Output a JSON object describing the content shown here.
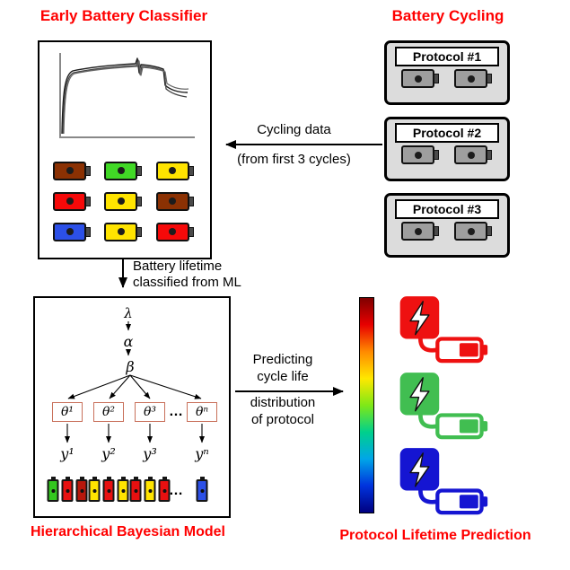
{
  "titles": {
    "classifier": "Early Battery Classifier",
    "cycling": "Battery Cycling",
    "bayesian": "Hierarchical Bayesian Model",
    "prediction": "Protocol Lifetime Prediction"
  },
  "annotations": {
    "cycling_data_line1": "Cycling data",
    "cycling_data_line2": "(from first 3 cycles)",
    "lifetime_line1": "Battery lifetime",
    "lifetime_line2": "classified from ML",
    "predict_line1": "Predicting",
    "predict_line2": "cycle life",
    "predict_line3": "distribution",
    "predict_line4": "of protocol"
  },
  "cycling": {
    "protocols": [
      {
        "label": "Protocol #1"
      },
      {
        "label": "Protocol #2"
      },
      {
        "label": "Protocol #3"
      }
    ],
    "battery_color": "#9E9E9E"
  },
  "classifier": {
    "battery_colors": [
      "#8B3103",
      "#41D926",
      "#FFE400",
      "#F60909",
      "#FFE400",
      "#8B3103",
      "#2C50E8",
      "#FFE400",
      "#F60909"
    ]
  },
  "bayesian": {
    "lambda": "λ",
    "alpha": "α",
    "beta": "β",
    "thetas": [
      "θ¹",
      "θ²",
      "θ³",
      "θⁿ"
    ],
    "theta_dots": "…",
    "ys": [
      "y¹",
      "y²",
      "y³",
      "yⁿ"
    ],
    "y_dots": "…",
    "battery_groups": [
      [
        "#33C71F",
        "#E81010",
        "#B8170B"
      ],
      [
        "#FFE400",
        "#E81010",
        "#FFE400"
      ],
      [
        "#E81010",
        "#FFE400",
        "#E81010"
      ],
      [
        "#2C50E8"
      ]
    ]
  },
  "prediction": {
    "charger_colors": [
      "#EE1111",
      "#41BE51",
      "#1515D2"
    ],
    "colorbar_colors": [
      "#7F0000",
      "#E80000",
      "#FF8A00",
      "#FFE800",
      "#7FE817",
      "#00D08C",
      "#00A6E8",
      "#0033DD",
      "#000080"
    ]
  },
  "accent": {
    "title_red": "#FF0000"
  }
}
